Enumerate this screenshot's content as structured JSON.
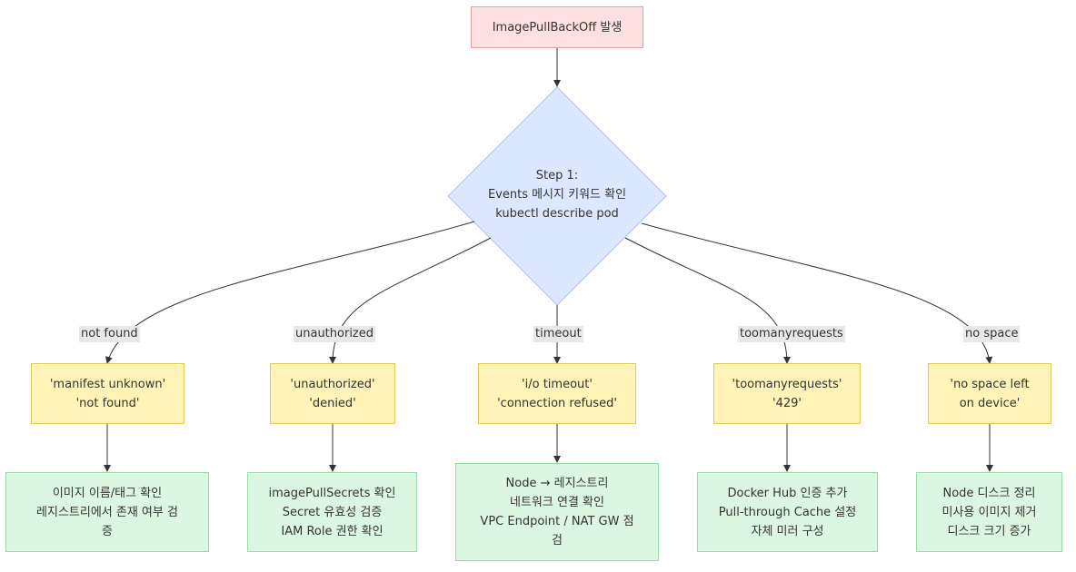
{
  "diagram": {
    "start": {
      "text": "ImagePullBackOff 발생"
    },
    "decision": {
      "lines": [
        "Step 1:",
        "Events 메시지 키워드 확인",
        "kubectl describe pod"
      ]
    },
    "branches": [
      {
        "label": "not found",
        "message_lines": [
          "'manifest unknown'",
          "'not found'"
        ],
        "action_lines": [
          "이미지 이름/태그 확인",
          "레지스트리에서 존재 여부 검",
          "증"
        ]
      },
      {
        "label": "unauthorized",
        "message_lines": [
          "'unauthorized'",
          "'denied'"
        ],
        "action_lines": [
          "imagePullSecrets 확인",
          "Secret 유효성 검증",
          "IAM Role 권한 확인"
        ]
      },
      {
        "label": "timeout",
        "message_lines": [
          "'i/o timeout'",
          "'connection refused'"
        ],
        "action_lines": [
          "Node → 레지스트리",
          "네트워크 연결 확인",
          "VPC Endpoint / NAT GW 점",
          "검"
        ]
      },
      {
        "label": "toomanyrequests",
        "message_lines": [
          "'toomanyrequests'",
          "'429'"
        ],
        "action_lines": [
          "Docker Hub 인증 추가",
          "Pull-through Cache 설정",
          "자체 미러 구성"
        ]
      },
      {
        "label": "no space",
        "message_lines": [
          "'no space left",
          "on device'"
        ],
        "action_lines": [
          "Node 디스크 정리",
          "미사용 이미지 제거",
          "디스크 크기 증가"
        ]
      }
    ],
    "colors": {
      "start_fill": "#ffe0e0",
      "decision_fill": "#dce8ff",
      "message_fill": "#fff3b8",
      "action_fill": "#dcf7e1",
      "edge": "#333333"
    }
  }
}
